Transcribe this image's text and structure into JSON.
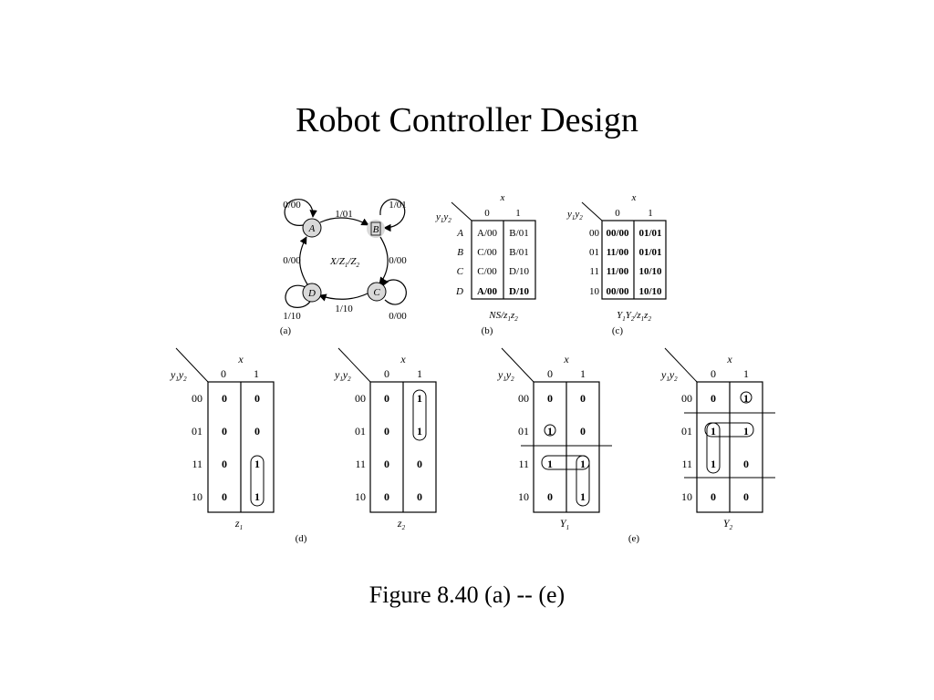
{
  "title": "Robot Controller Design",
  "caption": "Figure 8.40 (a) -- (e)",
  "state_diagram": {
    "panel_label": "(a)",
    "center_label": {
      "a": "X/Z",
      "s1": "1",
      "b": "/Z",
      "s2": "2"
    },
    "states": {
      "A": "A",
      "B": "B",
      "C": "C",
      "D": "D"
    },
    "edges": {
      "A_self": "0/00",
      "B_self": "1/01",
      "A_to_B": "1/01",
      "A_left": "0/00",
      "B_right": "0/00",
      "D_self": "1/10",
      "C_to_D": "1/10",
      "C_self": "0/00"
    }
  },
  "table_b": {
    "panel_label": "(b)",
    "x": "x",
    "row_var": {
      "a": "y",
      "s1": "1",
      "b": "y",
      "s2": "2"
    },
    "cols": [
      "0",
      "1"
    ],
    "rows": [
      {
        "label": "A",
        "v0": "A/00",
        "v1": "B/01",
        "bold": false
      },
      {
        "label": "B",
        "v0": "C/00",
        "v1": "B/01",
        "bold": false
      },
      {
        "label": "C",
        "v0": "C/00",
        "v1": "D/10",
        "bold": false
      },
      {
        "label": "D",
        "v0": "A/00",
        "v1": "D/10",
        "bold": true
      }
    ],
    "footer": {
      "a": "NS/z",
      "s1": "1",
      "b": "z",
      "s2": "2"
    }
  },
  "table_c": {
    "panel_label": "(c)",
    "x": "x",
    "row_var": {
      "a": "y",
      "s1": "1",
      "b": "y",
      "s2": "2"
    },
    "cols": [
      "0",
      "1"
    ],
    "rows": [
      {
        "label": "00",
        "v0": "00/00",
        "v1": "01/01"
      },
      {
        "label": "01",
        "v0": "11/00",
        "v1": "01/01"
      },
      {
        "label": "11",
        "v0": "11/00",
        "v1": "10/10"
      },
      {
        "label": "10",
        "v0": "00/00",
        "v1": "10/10"
      }
    ],
    "footer": {
      "a": "Y",
      "s1": "1",
      "b": "Y",
      "s2": "2",
      "c": "/z",
      "s3": "1",
      "d": "z",
      "s4": "2"
    }
  },
  "kmaps": [
    {
      "x": "x",
      "row_var": {
        "a": "y",
        "s1": "1",
        "b": "y",
        "s2": "2"
      },
      "cols": [
        "0",
        "1"
      ],
      "rows": [
        "00",
        "01",
        "11",
        "10"
      ],
      "cells": [
        [
          "0",
          "0"
        ],
        [
          "0",
          "0"
        ],
        [
          "0",
          "1"
        ],
        [
          "0",
          "1"
        ]
      ],
      "footer": {
        "a": "z",
        "s": "1"
      }
    },
    {
      "x": "x",
      "row_var": {
        "a": "y",
        "s1": "1",
        "b": "y",
        "s2": "2"
      },
      "cols": [
        "0",
        "1"
      ],
      "rows": [
        "00",
        "01",
        "11",
        "10"
      ],
      "cells": [
        [
          "0",
          "1"
        ],
        [
          "0",
          "1"
        ],
        [
          "0",
          "0"
        ],
        [
          "0",
          "0"
        ]
      ],
      "footer": {
        "a": "z",
        "s": "2"
      }
    },
    {
      "x": "x",
      "row_var": {
        "a": "y",
        "s1": "1",
        "b": "y",
        "s2": "2"
      },
      "cols": [
        "0",
        "1"
      ],
      "rows": [
        "00",
        "01",
        "11",
        "10"
      ],
      "cells": [
        [
          "0",
          "0"
        ],
        [
          "1",
          "0"
        ],
        [
          "1",
          "1"
        ],
        [
          "0",
          "1"
        ]
      ],
      "footer": {
        "a": "Y",
        "s": "1"
      }
    },
    {
      "x": "x",
      "row_var": {
        "a": "y",
        "s1": "1",
        "b": "y",
        "s2": "2"
      },
      "cols": [
        "0",
        "1"
      ],
      "rows": [
        "00",
        "01",
        "11",
        "10"
      ],
      "cells": [
        [
          "0",
          "1"
        ],
        [
          "1",
          "1"
        ],
        [
          "1",
          "0"
        ],
        [
          "0",
          "0"
        ]
      ],
      "footer": {
        "a": "Y",
        "s": "2"
      }
    }
  ],
  "panel_d": "(d)",
  "panel_e": "(e)",
  "colors": {
    "state_fill": "#d9d9d9",
    "line": "#000000"
  }
}
